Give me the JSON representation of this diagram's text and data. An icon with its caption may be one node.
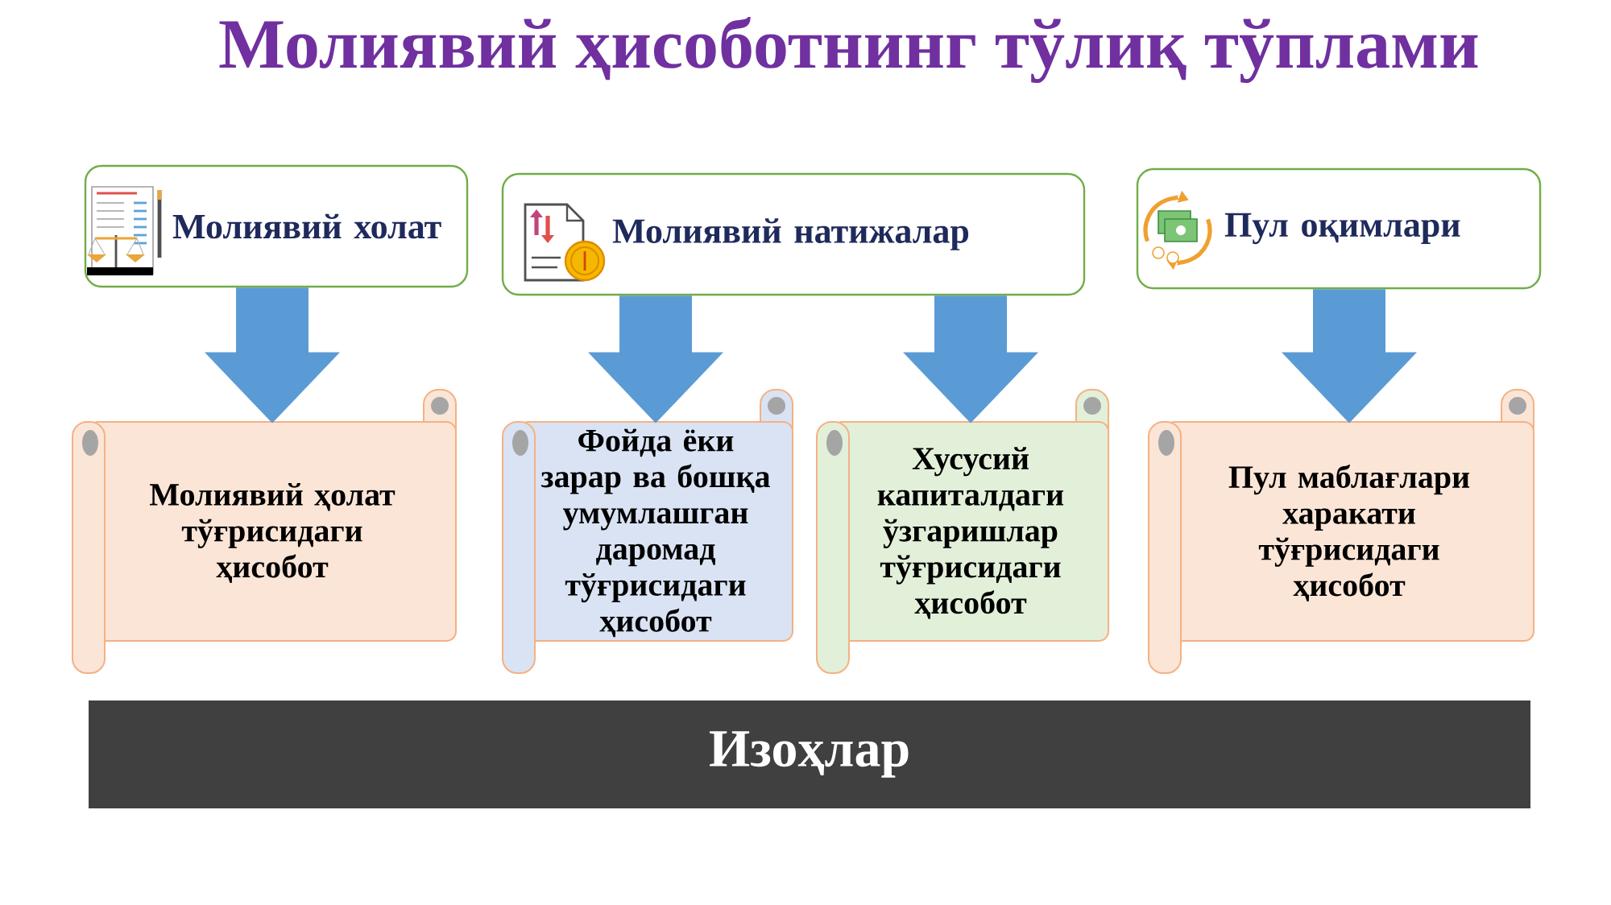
{
  "diagram": {
    "title": "Молиявий ҳисоботнинг тўлиқ тўплами",
    "nodes": [
      {
        "text": [
          "Молиявий холат"
        ]
      },
      {
        "text": [
          "Молиявий натижалар"
        ]
      },
      {
        "text": [
          "Пул оқимлари"
        ]
      },
      {
        "text": [
          "Молиявий ҳолат тўғрисидаги ҳисобот"
        ]
      },
      {
        "text": [
          "Фойда ёки зарар ва бошқа умумлашган даромад тўғрисидаги ҳисобот"
        ]
      },
      {
        "text": [
          "Хусусий капиталдаги ўзгаришлар тўғрисидаги ҳисобот"
        ]
      },
      {
        "text": [
          "Пул маблағлари харакати тўғрисидаги ҳисобот"
        ]
      },
      {
        "text": [
          "Изоҳлар"
        ]
      }
    ],
    "edges": [
      {
        "from": 0,
        "to": 3,
        "arrow": "to"
      },
      {
        "from": 1,
        "to": 4,
        "arrow": "to"
      },
      {
        "from": 1,
        "to": 5,
        "arrow": "to"
      },
      {
        "from": 2,
        "to": 6,
        "arrow": "to"
      }
    ]
  }
}
